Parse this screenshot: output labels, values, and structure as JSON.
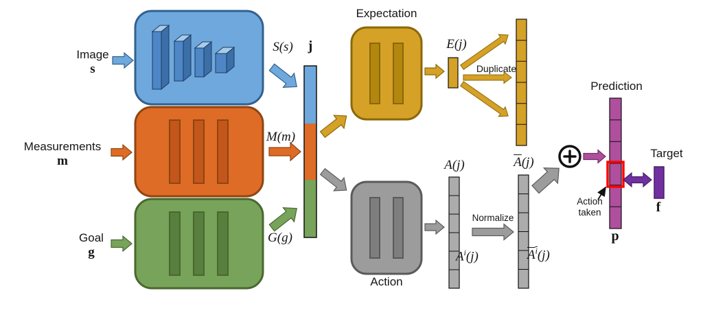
{
  "colors": {
    "blue": "#6FA8DC",
    "blue-dark": "#31608F",
    "blue-mid": "#4E86C6",
    "blue-light": "#A8CBEA",
    "blue-deep": "#3B6FA8",
    "orange": "#DE6B26",
    "orange-dark": "#8F4510",
    "orange-deep": "#C3561B",
    "green": "#78A35A",
    "green-dark": "#49682E",
    "green-deep": "#587F3D",
    "gold": "#D5A126",
    "gold-dark": "#8A680A",
    "gold-deep": "#B3860E",
    "gray": "#9C9C9C",
    "gray-dark": "#5A5A5A",
    "gray-deep": "#7E7E7E",
    "gray-light": "#ACACAC",
    "magenta": "#AF4F9D",
    "magenta-dark": "#6E3163",
    "purple": "#7030A0",
    "purple-dark": "#471F66",
    "red": "#FF0000"
  },
  "inputs": {
    "image": {
      "label": "Image",
      "symbol": "s",
      "projection": "S(s)"
    },
    "measurements": {
      "label": "Measurements",
      "symbol": "m",
      "projection": "M(m)"
    },
    "goal": {
      "label": "Goal",
      "symbol": "g",
      "projection": "G(g)"
    }
  },
  "joint": {
    "symbol": "j",
    "segments": 3
  },
  "expectation": {
    "title": "Expectation",
    "output": "E(j)",
    "duplicate_label": "Duplicate",
    "duplicate_cells": 6
  },
  "action": {
    "title": "Action",
    "output": "A(j)",
    "normalize_label": "Normalize",
    "normalized": {
      "base": "A",
      "rest": "(j)"
    },
    "element": {
      "base": "A",
      "sup": "i",
      "rest": "(j)"
    },
    "normalized_element": {
      "base": "A",
      "sup": "i",
      "rest": "(j)"
    },
    "cells": 6
  },
  "combine": {
    "icon": "circled-plus"
  },
  "prediction": {
    "title": "Prediction",
    "symbol": "p",
    "cells": 6,
    "action_taken_label": "Action taken"
  },
  "target": {
    "title": "Target",
    "symbol": "f"
  }
}
